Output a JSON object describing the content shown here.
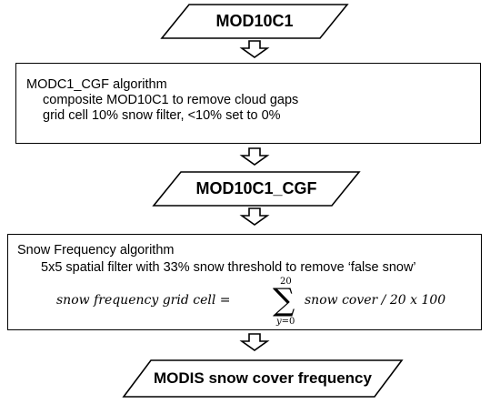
{
  "steps": {
    "input_product": "MOD10C1",
    "cgf_algorithm": {
      "title": "MODC1_CGF algorithm",
      "line1": "composite MOD10C1 to remove cloud gaps",
      "line2": "grid cell 10% snow filter, <10% set to 0%"
    },
    "cgf_product": "MOD10C1_CGF",
    "frequency_algorithm": {
      "title": "Snow Frequency algorithm",
      "line1": "5x5 spatial filter with 33% snow threshold to remove ‘false snow’",
      "equation": {
        "lhs": "snow frequency grid cell =",
        "sum_upper": "20",
        "sum_lower_var": "y",
        "sum_lower_eq": "=0",
        "rhs": "snow cover / 20 x 100"
      }
    },
    "output_product": "MODIS snow cover frequency"
  }
}
